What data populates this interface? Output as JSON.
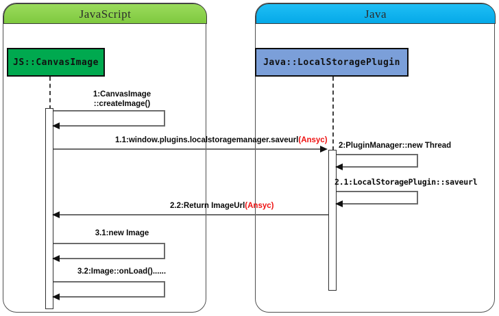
{
  "diagram": {
    "type": "uml-sequence-diagram",
    "title": "JavaScript to Java LocalStorage Plugin sequence",
    "colors": {
      "javascript_header": "#8BD24A",
      "java_header": "#16B4EF",
      "js_actor_box": "#00A94F",
      "java_actor_box": "#7B9FD9",
      "frame_border": "#4d4d4d",
      "message_line": "#6b6b6b",
      "async_tag": "#ee1111",
      "text": "#0a0a0a"
    }
  },
  "frames": [
    {
      "id": "javascript",
      "title": "JavaScript"
    },
    {
      "id": "java",
      "title": "Java"
    }
  ],
  "participants": [
    {
      "id": "js-canvasimage",
      "label": "JS::CanvasImage",
      "frame": "javascript"
    },
    {
      "id": "java-localstorageplugin",
      "label": "Java::LocalStoragePlugin",
      "frame": "java"
    }
  ],
  "messages": [
    {
      "id": "m1",
      "number": "1",
      "label_line1": "1:CanvasImage",
      "label_line2": "::createImage()",
      "kind": "self-call",
      "from": "js-canvasimage",
      "to": "js-canvasimage",
      "async": false
    },
    {
      "id": "m1-1",
      "number": "1.1",
      "label": "1.1:window.plugins.localstoragemanager.saveurl",
      "async_tag": "(Ansyc)",
      "kind": "call",
      "from": "js-canvasimage",
      "to": "java-localstorageplugin",
      "async": true
    },
    {
      "id": "m2",
      "number": "2",
      "label": "2:PluginManager::new Thread",
      "kind": "self-call",
      "from": "java-localstorageplugin",
      "to": "java-localstorageplugin",
      "async": false
    },
    {
      "id": "m2-1",
      "number": "2.1",
      "label": "2.1:LocalStoragePlugin::saveurl",
      "kind": "self-call",
      "from": "java-localstorageplugin",
      "to": "java-localstorageplugin",
      "async": false,
      "clipped": true
    },
    {
      "id": "m2-2",
      "number": "2.2",
      "label": "2.2:Return ImageUrl",
      "async_tag": "(Ansyc)",
      "kind": "return",
      "from": "java-localstorageplugin",
      "to": "js-canvasimage",
      "async": true
    },
    {
      "id": "m3-1",
      "number": "3.1",
      "label": "3.1:new Image",
      "kind": "self-call",
      "from": "js-canvasimage",
      "to": "js-canvasimage",
      "async": false
    },
    {
      "id": "m3-2",
      "number": "3.2",
      "label": "3.2:Image::onLoad()......",
      "kind": "self-call",
      "from": "js-canvasimage",
      "to": "js-canvasimage",
      "async": false
    }
  ]
}
